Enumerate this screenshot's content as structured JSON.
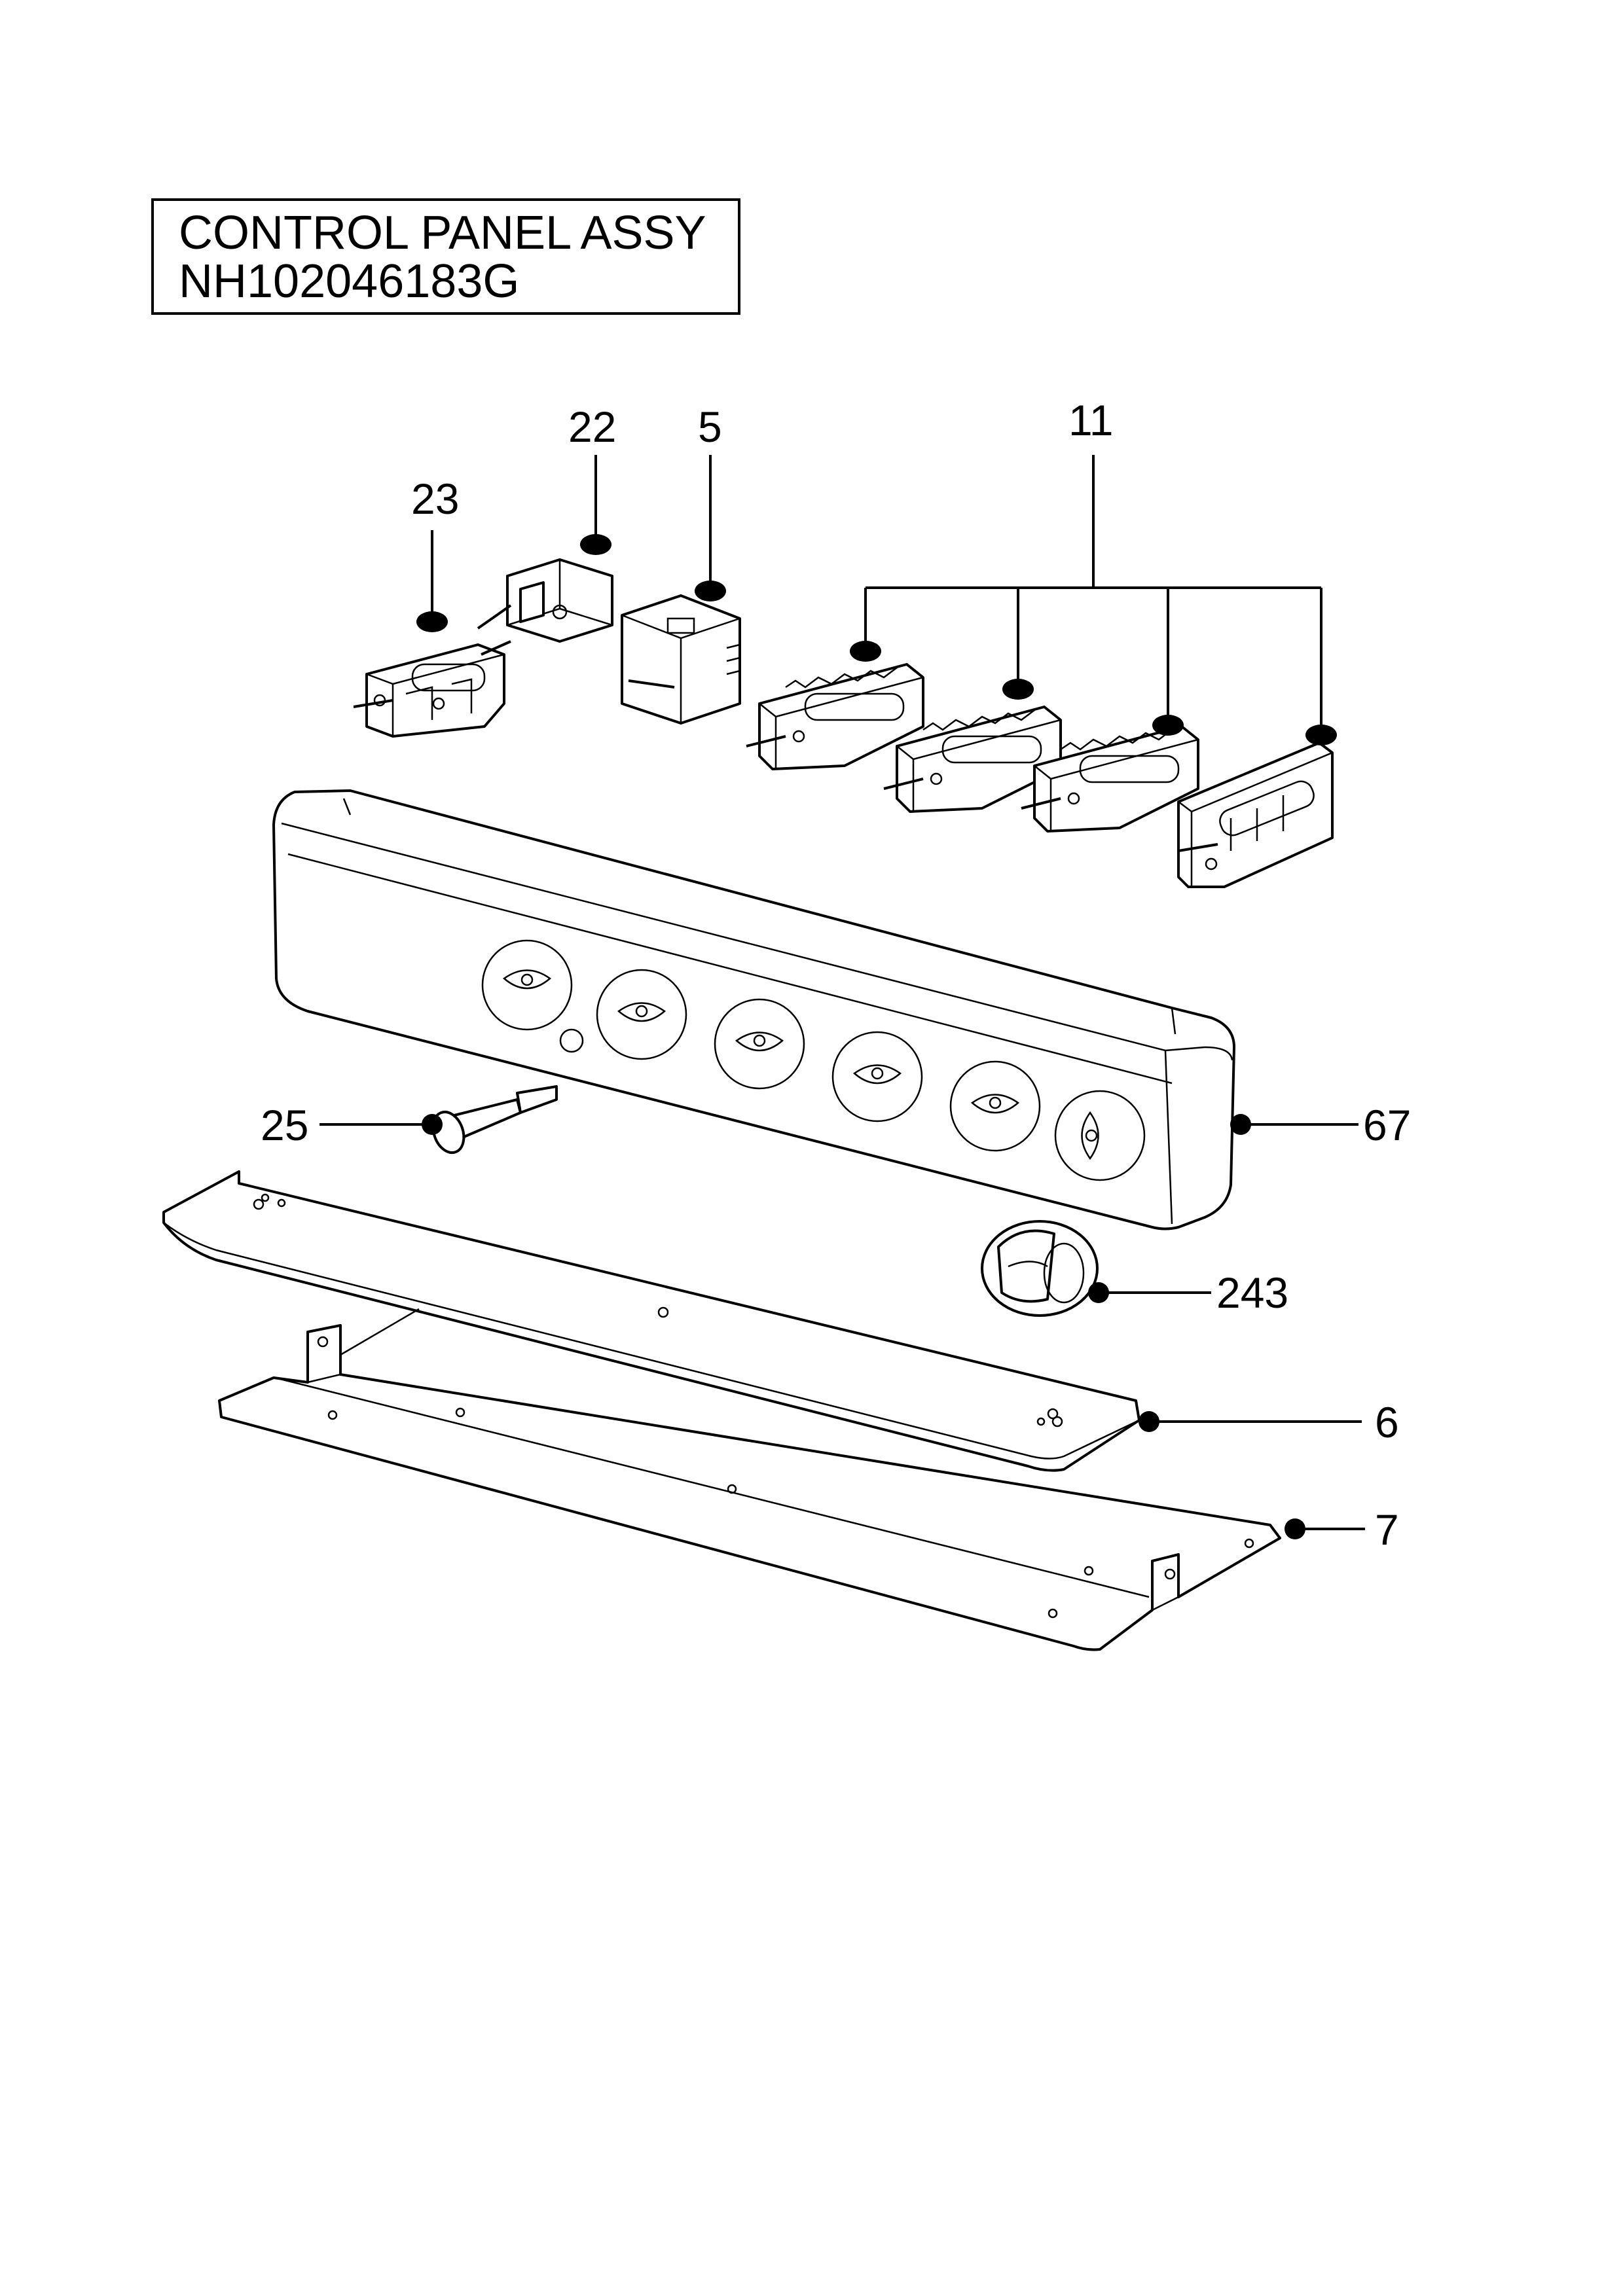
{
  "title": {
    "line1": "CONTROL PANEL ASSY",
    "line2": "NH102046183G"
  },
  "callouts": {
    "p23": "23",
    "p22": "22",
    "p5": "5",
    "p11": "11",
    "p25": "25",
    "p67": "67",
    "p243": "243",
    "p6": "6",
    "p7": "7"
  },
  "colors": {
    "line": "#000000",
    "background": "#ffffff"
  }
}
